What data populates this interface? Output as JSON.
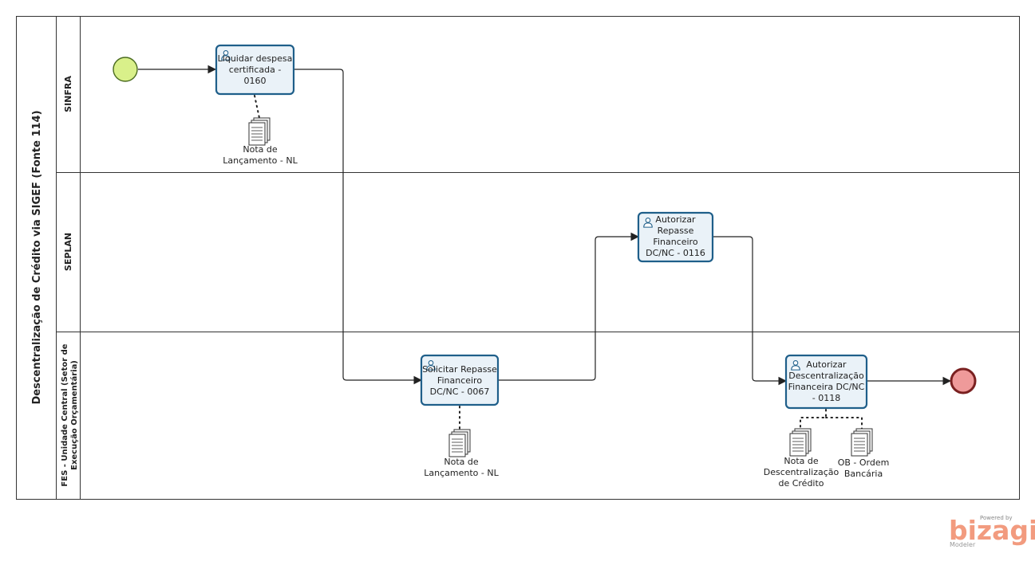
{
  "pool": {
    "title": "Descentralização de Crédito via SIGEF (Fonte 114)"
  },
  "lanes": [
    {
      "id": "sinfra",
      "title": "SINFRA"
    },
    {
      "id": "seplan",
      "title": "SEPLAN"
    },
    {
      "id": "fes",
      "title_line1": "FES - Unidade Central (Setor de",
      "title_line2": "Execução Orçamentária)"
    }
  ],
  "tasks": [
    {
      "id": "t1",
      "lines": [
        "Liquidar despesa",
        "certificada -",
        "0160"
      ]
    },
    {
      "id": "t2",
      "lines": [
        "Solicitar Repasse",
        "Financeiro",
        "DC/NC - 0067"
      ]
    },
    {
      "id": "t3",
      "lines": [
        "Autorizar",
        "Repasse",
        "Financeiro",
        "DC/NC - 0116"
      ]
    },
    {
      "id": "t4",
      "lines": [
        "Autorizar",
        "Descentralização",
        "Financeira DC/NC",
        "- 0118"
      ]
    }
  ],
  "artifacts": [
    {
      "id": "d1",
      "lines": [
        "Nota de",
        "Lançamento - NL"
      ]
    },
    {
      "id": "d2",
      "lines": [
        "Nota de",
        "Lançamento - NL"
      ]
    },
    {
      "id": "d3",
      "lines": [
        "Nota de",
        "Descentralização",
        "de Crédito"
      ]
    },
    {
      "id": "d4",
      "lines": [
        "OB - Ordem",
        "Bancária"
      ]
    }
  ],
  "events": {
    "start_color": "#d9f08a",
    "end_color": "#ef9a9a"
  },
  "colors": {
    "task_border": "#1f5f8a",
    "task_fill": "#eaf2f8",
    "brand": "#f29b7f"
  },
  "brand": {
    "powered_by": "Powered by",
    "name": "bizagi",
    "product": "Modeler"
  }
}
